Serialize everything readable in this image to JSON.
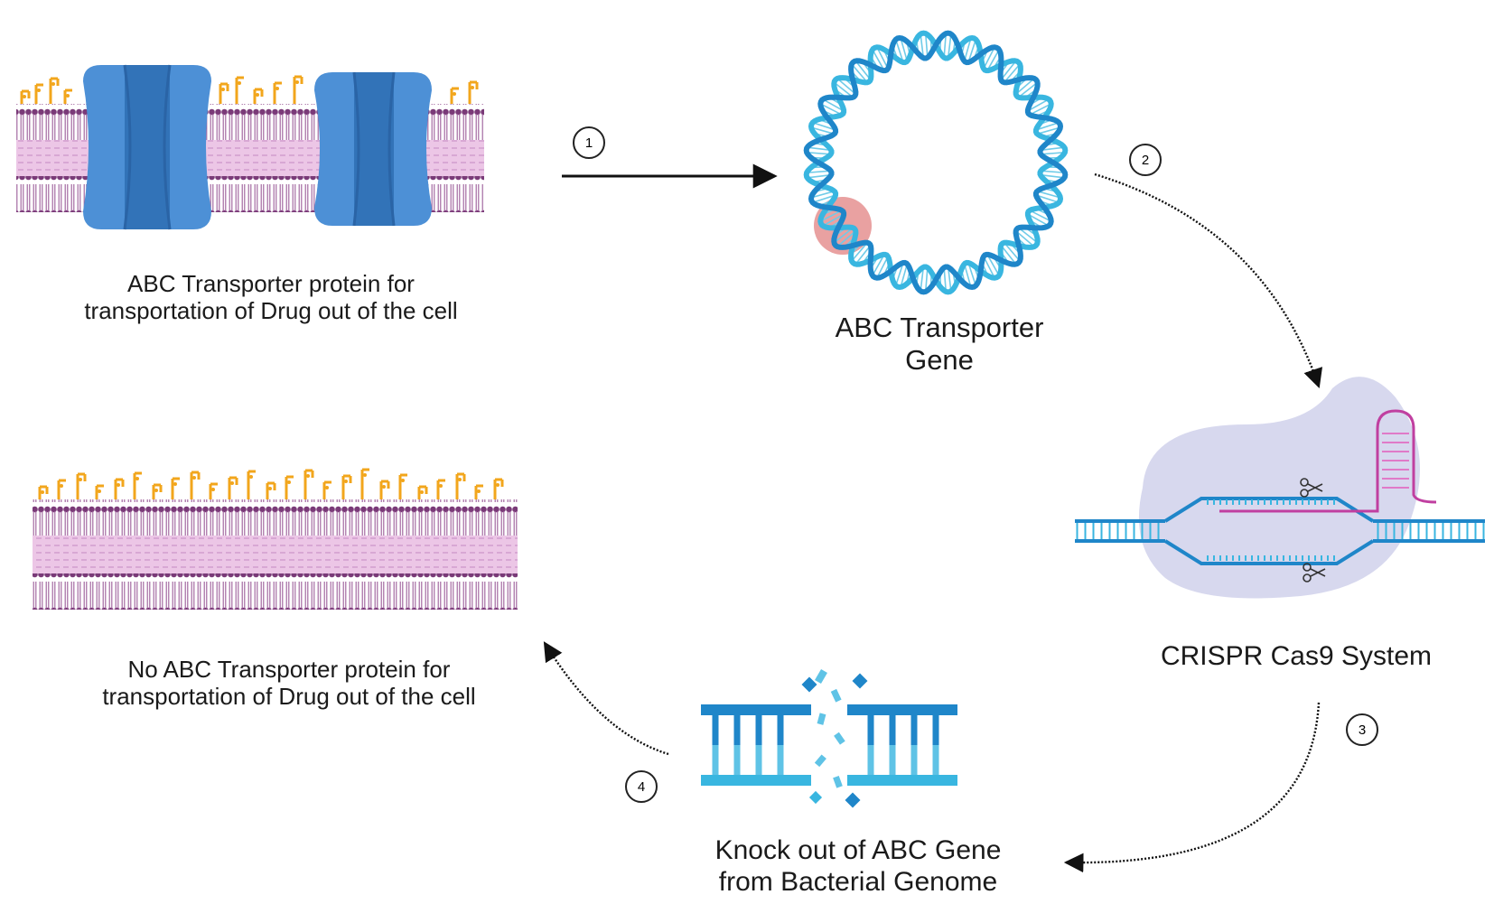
{
  "labels": {
    "membrane_with_transporter": [
      "ABC Transporter protein for",
      "transportation of Drug out of the cell"
    ],
    "gene": [
      "ABC Transporter",
      "Gene"
    ],
    "crispr": "CRISPR Cas9 System",
    "knockout": [
      "Knock out of ABC Gene",
      "from Bacterial Genome"
    ],
    "membrane_without_transporter": [
      "No ABC Transporter protein for",
      "transportation of Drug out of the cell"
    ]
  },
  "steps": [
    "1",
    "2",
    "3",
    "4"
  ],
  "colors": {
    "membrane_purple": "#7a3a78",
    "membrane_pink": "#ecc6e6",
    "glycan_orange": "#f2a61c",
    "transporter_blue": "#4d90d6",
    "transporter_dark": "#3273b8",
    "dna_blue": "#1f86c9",
    "dna_cyan": "#39b6e0",
    "highlight_pink": "#e9a1a1",
    "cas9_lavender": "#d7d8ee",
    "guide_rna": "#c03fa0"
  },
  "icons": [
    "cell-membrane-icon",
    "abc-transporter-icon",
    "plasmid-dna-icon",
    "cas9-complex-icon",
    "scissors-icon",
    "broken-dna-icon",
    "arrow-icon"
  ]
}
